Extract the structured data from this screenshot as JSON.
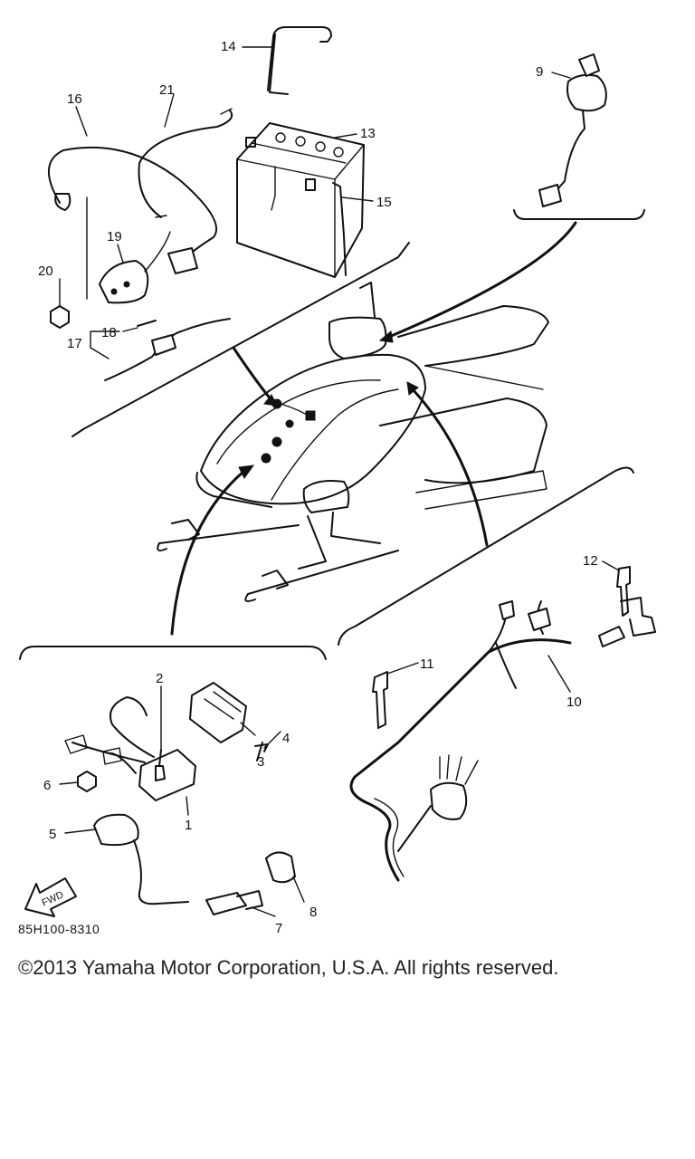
{
  "labels": [
    "1",
    "2",
    "3",
    "4",
    "5",
    "6",
    "7",
    "8",
    "9",
    "10",
    "11",
    "12",
    "13",
    "14",
    "15",
    "16",
    "17",
    "18",
    "19",
    "20",
    "21"
  ],
  "fwd_badge": "FWD",
  "figure_code": "85H100-8310",
  "copyright": "©2013 Yamaha Motor Corporation, U.S.A. All rights reserved."
}
